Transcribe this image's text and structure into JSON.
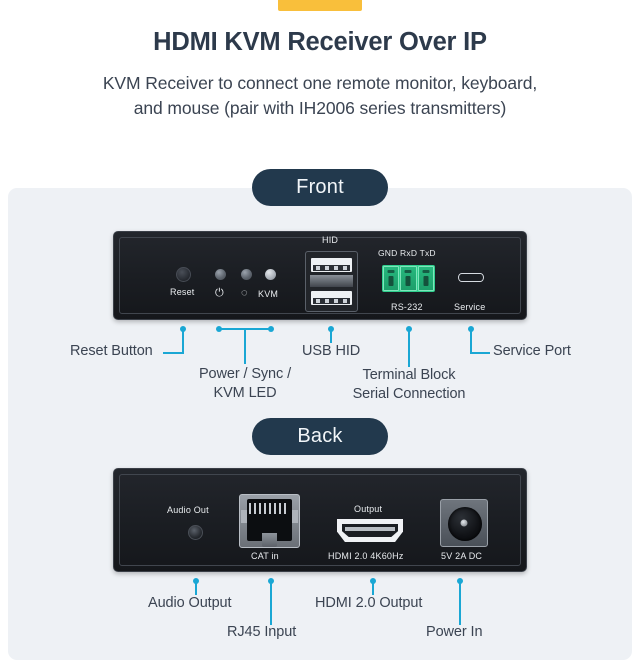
{
  "header": {
    "accent_color": "#f9bf3b",
    "title": "HDMI KVM Receiver Over IP",
    "subtitle_line1": "KVM Receiver to connect one remote monitor, keyboard,",
    "subtitle_line2": "and mouse (pair with IH2006 series transmitters)"
  },
  "sections": {
    "front_pill": "Front",
    "back_pill": "Back"
  },
  "front_panel": {
    "labels": {
      "reset": "Reset",
      "kvm": "KVM",
      "hid": "HID",
      "terminal_pins": "GND RxD TxD",
      "rs232": "RS-232",
      "service": "Service"
    },
    "callouts": [
      {
        "id": "reset-button",
        "text": "Reset Button"
      },
      {
        "id": "power-sync-kvm-led",
        "line1": "Power / Sync /",
        "line2": "KVM LED"
      },
      {
        "id": "usb-hid",
        "text": "USB HID"
      },
      {
        "id": "terminal-block",
        "line1": "Terminal Block",
        "line2": "Serial Connection"
      },
      {
        "id": "service-port",
        "text": "Service Port"
      }
    ]
  },
  "back_panel": {
    "labels": {
      "audio_out": "Audio Out",
      "cat_in": "CAT in",
      "output": "Output",
      "hdmi_spec": "HDMI 2.0 4K60Hz",
      "power_spec": "5V 2A DC"
    },
    "callouts": [
      {
        "id": "audio-output",
        "text": "Audio Output"
      },
      {
        "id": "rj45-input",
        "text": "RJ45 Input"
      },
      {
        "id": "hdmi-output",
        "text": "HDMI 2.0 Output"
      },
      {
        "id": "power-in",
        "text": "Power In"
      }
    ]
  },
  "colors": {
    "accent_yellow": "#f9bf3b",
    "pill_navy": "#22394d",
    "leader_blue": "#1aa7d4",
    "card_bg": "#eef1f5",
    "text_dark": "#2d3a4b",
    "terminal_green": "#2fcf8e"
  }
}
